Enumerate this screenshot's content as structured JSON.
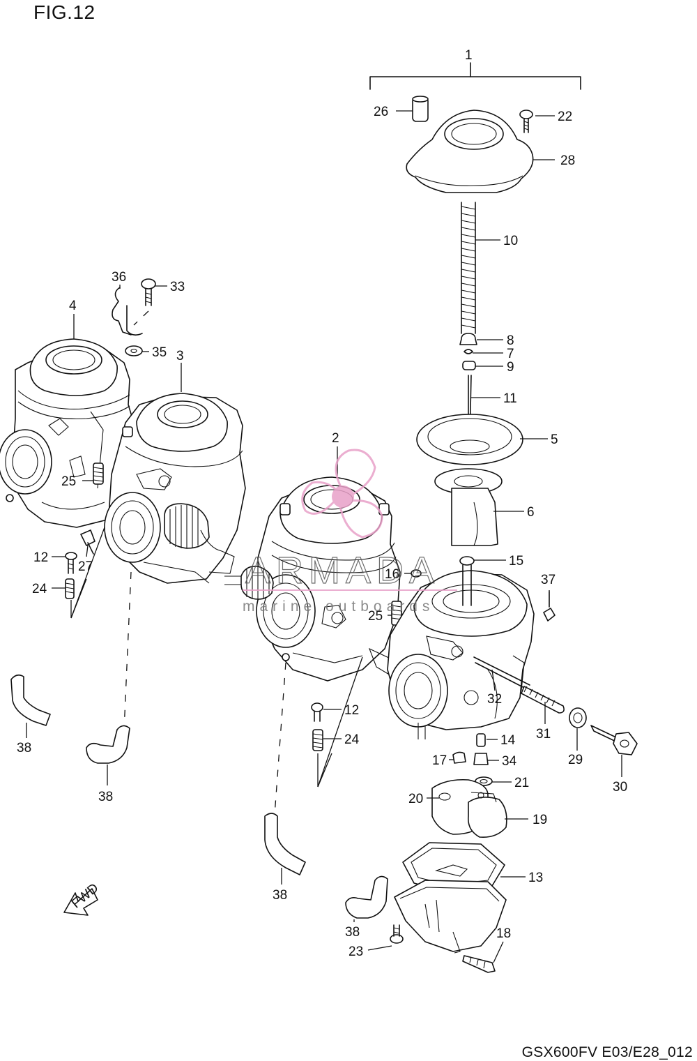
{
  "figure": {
    "title": "FIG.12",
    "code": "GSX600FV E03/E28_012"
  },
  "watermark": {
    "brand": "ARMADA",
    "tagline": "marine outboards",
    "color": "#e8a0c8"
  },
  "fwd_label": "FWD",
  "callouts": [
    {
      "id": "c1",
      "text": "1"
    },
    {
      "id": "c2",
      "text": "2"
    },
    {
      "id": "c3",
      "text": "3"
    },
    {
      "id": "c4",
      "text": "4"
    },
    {
      "id": "c5",
      "text": "5"
    },
    {
      "id": "c6",
      "text": "6"
    },
    {
      "id": "c7",
      "text": "7"
    },
    {
      "id": "c8",
      "text": "8"
    },
    {
      "id": "c9",
      "text": "9"
    },
    {
      "id": "c10",
      "text": "10"
    },
    {
      "id": "c11",
      "text": "11"
    },
    {
      "id": "c12a",
      "text": "12"
    },
    {
      "id": "c12b",
      "text": "12"
    },
    {
      "id": "c13",
      "text": "13"
    },
    {
      "id": "c14",
      "text": "14"
    },
    {
      "id": "c15",
      "text": "15"
    },
    {
      "id": "c16",
      "text": "16"
    },
    {
      "id": "c17",
      "text": "17"
    },
    {
      "id": "c18",
      "text": "18"
    },
    {
      "id": "c19",
      "text": "19"
    },
    {
      "id": "c20",
      "text": "20"
    },
    {
      "id": "c21",
      "text": "21"
    },
    {
      "id": "c22",
      "text": "22"
    },
    {
      "id": "c23",
      "text": "23"
    },
    {
      "id": "c24a",
      "text": "24"
    },
    {
      "id": "c24b",
      "text": "24"
    },
    {
      "id": "c25a",
      "text": "25"
    },
    {
      "id": "c25b",
      "text": "25"
    },
    {
      "id": "c26",
      "text": "26"
    },
    {
      "id": "c27",
      "text": "27"
    },
    {
      "id": "c28",
      "text": "28"
    },
    {
      "id": "c29",
      "text": "29"
    },
    {
      "id": "c30",
      "text": "30"
    },
    {
      "id": "c31",
      "text": "31"
    },
    {
      "id": "c32",
      "text": "32"
    },
    {
      "id": "c33",
      "text": "33"
    },
    {
      "id": "c34",
      "text": "34"
    },
    {
      "id": "c35",
      "text": "35"
    },
    {
      "id": "c36",
      "text": "36"
    },
    {
      "id": "c37",
      "text": "37"
    },
    {
      "id": "c38a",
      "text": "38"
    },
    {
      "id": "c38b",
      "text": "38"
    },
    {
      "id": "c38c",
      "text": "38"
    },
    {
      "id": "c38d",
      "text": "38"
    }
  ]
}
